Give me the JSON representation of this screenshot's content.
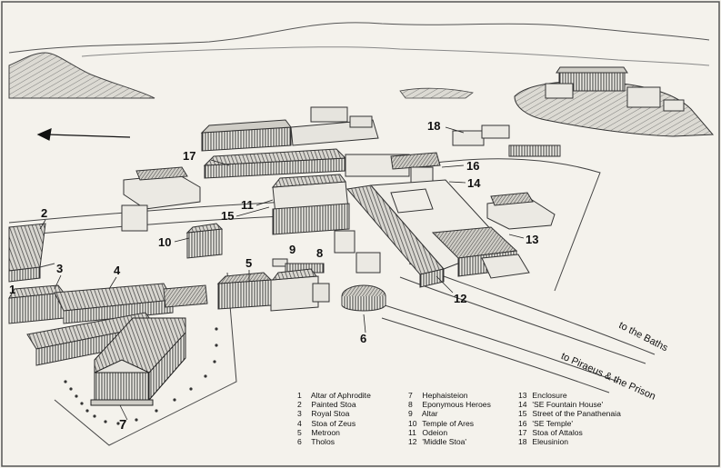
{
  "labels": {
    "n1": "1",
    "n2": "2",
    "n3": "3",
    "n4": "4",
    "n5": "5",
    "n6": "6",
    "n7": "7",
    "n8": "8",
    "n9": "9",
    "n10": "10",
    "n11": "11",
    "n12": "12",
    "n13": "13",
    "n14": "14",
    "n15": "15",
    "n16": "16",
    "n17": "17",
    "n18": "18"
  },
  "roads": {
    "baths": "to the Baths",
    "piraeus": "to Piraeus & the Prison"
  },
  "legend": [
    {
      "num": "1",
      "name": "Altar of Aphrodite"
    },
    {
      "num": "2",
      "name": "Painted Stoa"
    },
    {
      "num": "3",
      "name": "Royal Stoa"
    },
    {
      "num": "4",
      "name": "Stoa of Zeus"
    },
    {
      "num": "5",
      "name": "Metroon"
    },
    {
      "num": "6",
      "name": "Tholos"
    },
    {
      "num": "7",
      "name": "Hephaisteion"
    },
    {
      "num": "8",
      "name": "Eponymous Heroes"
    },
    {
      "num": "9",
      "name": "Altar"
    },
    {
      "num": "10",
      "name": "Temple of Ares"
    },
    {
      "num": "11",
      "name": "Odeion"
    },
    {
      "num": "12",
      "name": "'Middle Stoa'"
    },
    {
      "num": "13",
      "name": "Enclosure"
    },
    {
      "num": "14",
      "name": "'SE Fountain House'"
    },
    {
      "num": "15",
      "name": "Street of the Panathenaia"
    },
    {
      "num": "16",
      "name": "'SE Temple'"
    },
    {
      "num": "17",
      "name": "Stoa of Attalos"
    },
    {
      "num": "18",
      "name": "Eleusinion"
    }
  ]
}
